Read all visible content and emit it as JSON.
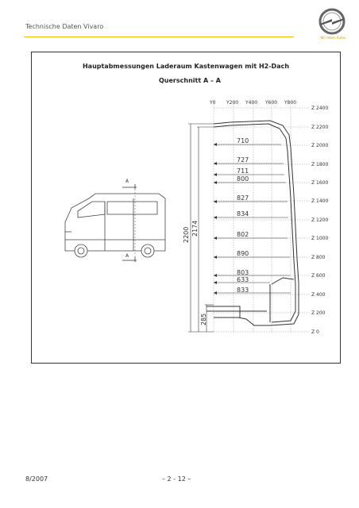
{
  "header": {
    "title": "Technische Daten Vivaro",
    "slogan": "Wir leben Autos.",
    "accent_color": "#e6c100",
    "logo_icon": "opel-blitz-logo"
  },
  "figure": {
    "title": "Hauptabmessungen Laderaum Kastenwagen mit H2-Dach",
    "subtitle": "Querschnitt A – A",
    "y_labels": [
      "Y0",
      "Y200",
      "Y400",
      "Y600",
      "Y800"
    ],
    "z_labels": [
      "Z 2400",
      "Z 2200",
      "Z 2000",
      "Z 1800",
      "Z 1600",
      "Z 1400",
      "Z 1200",
      "Z 1000",
      "Z 800",
      "Z 600",
      "Z 400",
      "Z 200",
      "Z 0"
    ],
    "widths": [
      "710",
      "727",
      "711",
      "800",
      "827",
      "834",
      "802",
      "890",
      "803",
      "633",
      "833"
    ],
    "heights": [
      "2200",
      "2174",
      "285"
    ],
    "section_marks": [
      "A",
      "A"
    ]
  },
  "footer": {
    "date": "8/2007",
    "page": "– 2 - 12 –"
  }
}
